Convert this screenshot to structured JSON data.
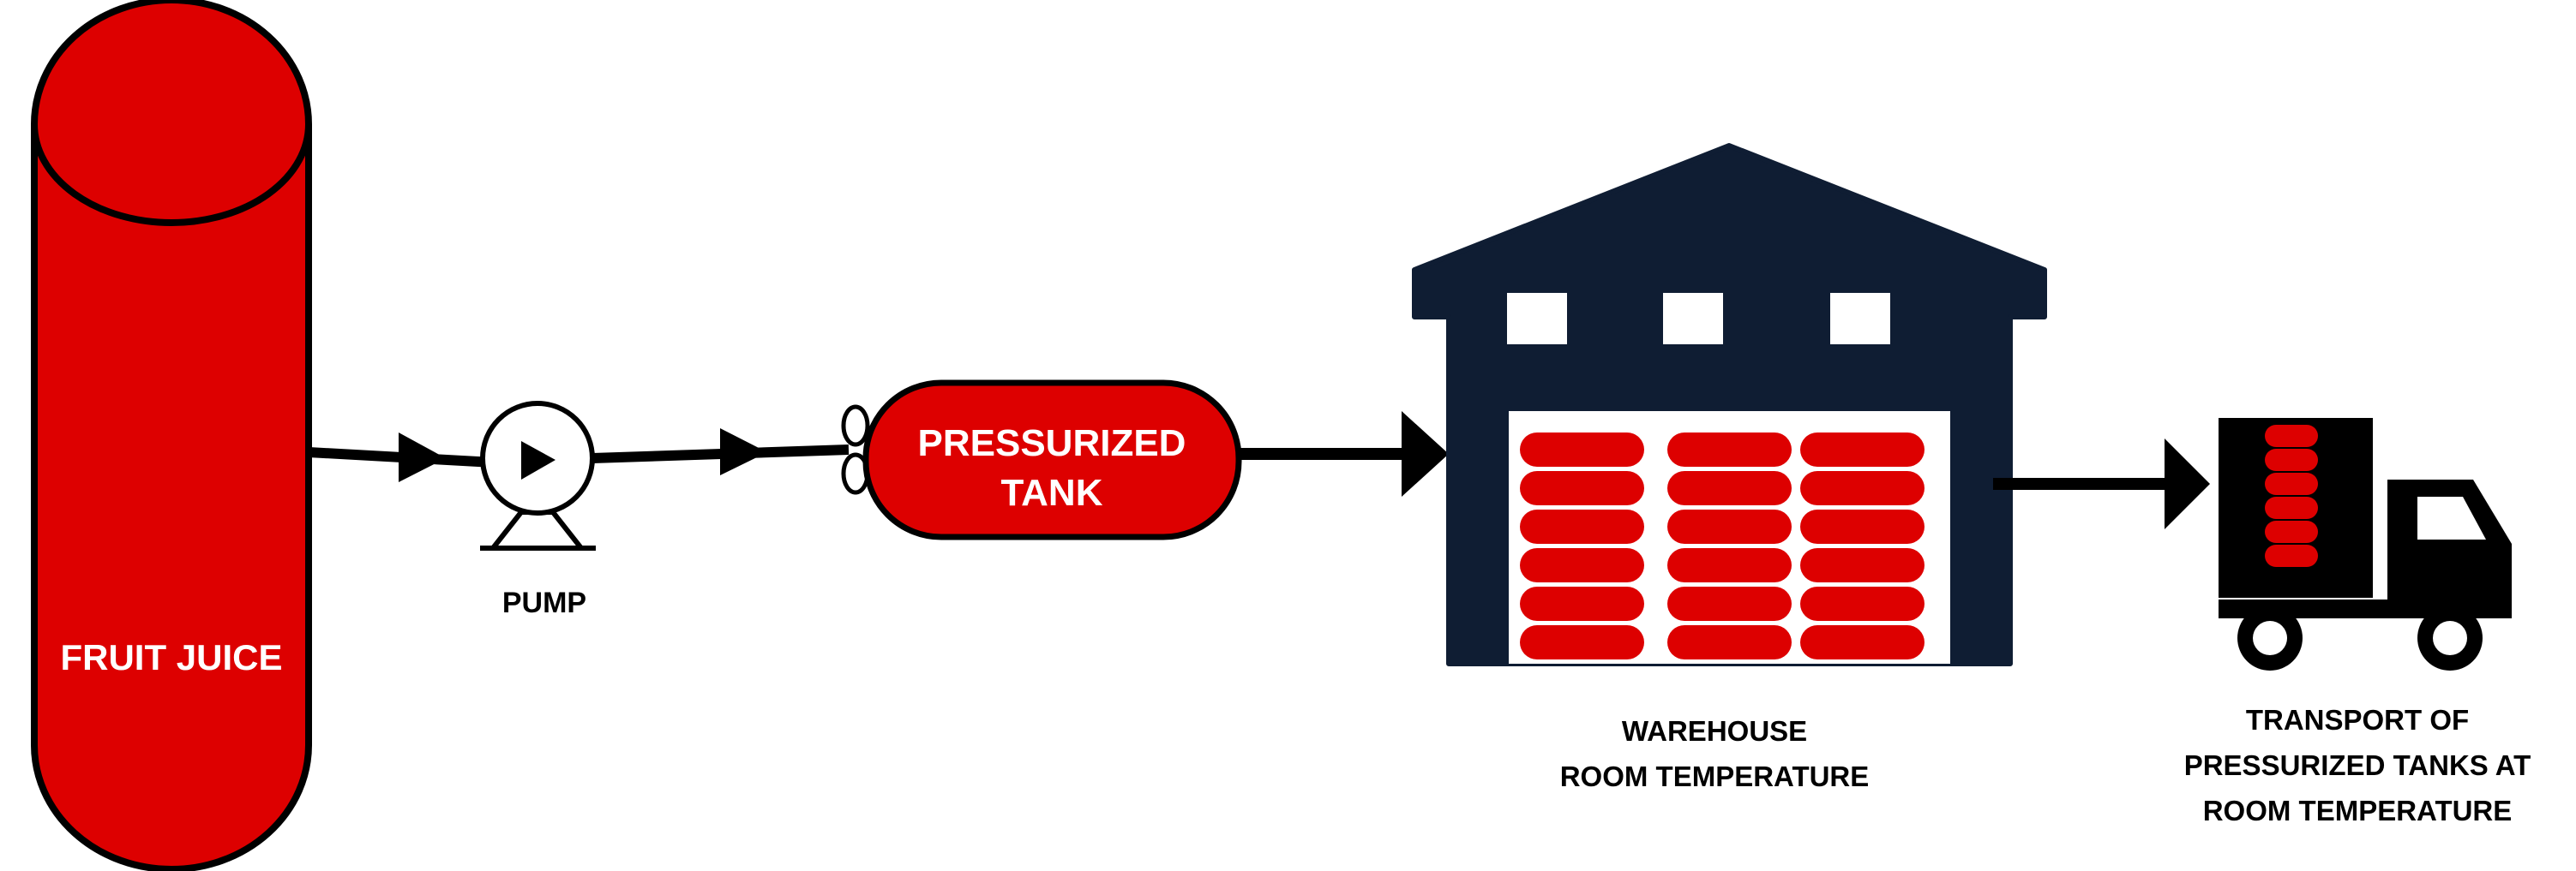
{
  "colors": {
    "juice_red": "#dd0000",
    "outline": "#000000",
    "warehouse_navy": "#0f1d33",
    "background": "#ffffff"
  },
  "tank_label": "FRUIT JUICE",
  "pump_label": "PUMP",
  "pressurized_tank_label": [
    "PRESSURIZED",
    "TANK"
  ],
  "warehouse_label": [
    "WAREHOUSE",
    "ROOM TEMPERATURE"
  ],
  "transport_label": [
    "TRANSPORT OF",
    "PRESSURIZED TANKS AT",
    "ROOM TEMPERATURE"
  ],
  "icons": [
    "storage-tank-icon",
    "pump-icon",
    "pressurized-tank-icon",
    "warehouse-icon",
    "delivery-truck-icon",
    "flow-arrow-icon"
  ]
}
